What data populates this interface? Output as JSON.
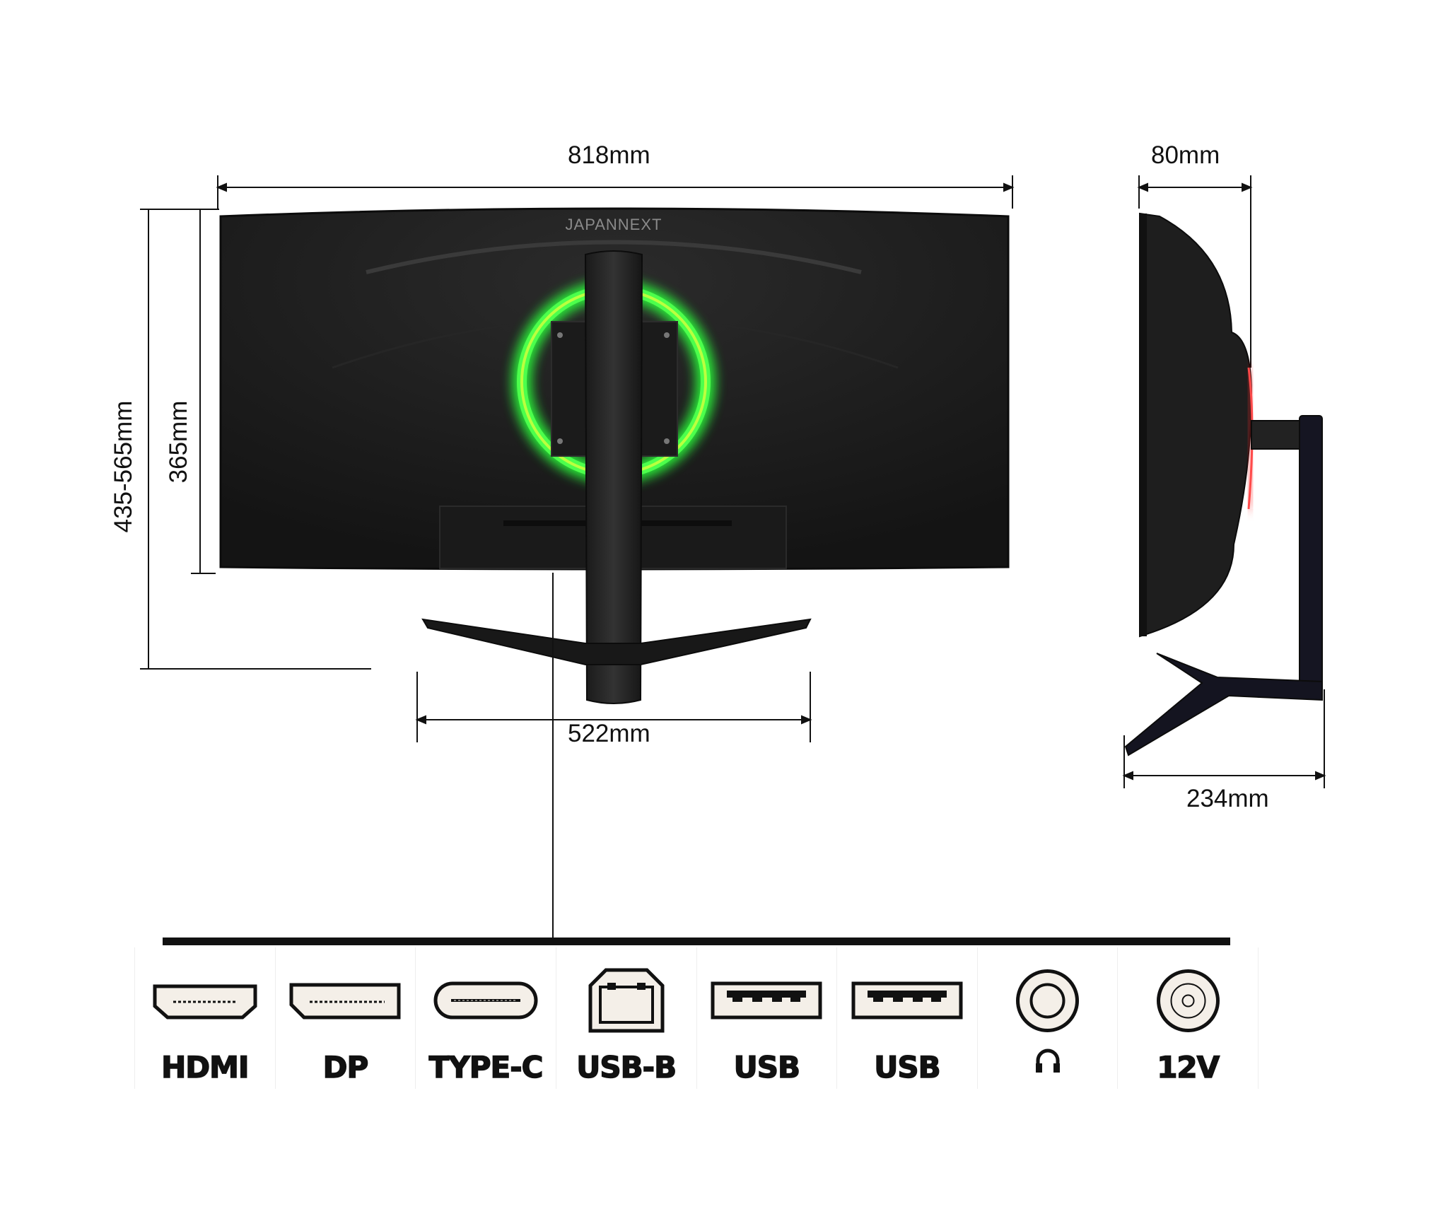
{
  "brand": "JAPANNEXT",
  "dimensions": {
    "width": "818mm",
    "height_range": "435-565mm",
    "screen_height": "365mm",
    "stand_width": "522mm",
    "depth": "80mm",
    "stand_depth": "234mm"
  },
  "ports": [
    {
      "icon": "hdmi-port-icon",
      "label": "HDMI"
    },
    {
      "icon": "displayport-icon",
      "label": "DP"
    },
    {
      "icon": "usb-type-c-icon",
      "label": "TYPE-C"
    },
    {
      "icon": "usb-b-port-icon",
      "label": "USB-B"
    },
    {
      "icon": "usb-a-port-icon",
      "label": "USB"
    },
    {
      "icon": "usb-a-port-icon",
      "label": "USB"
    },
    {
      "icon": "audio-jack-icon",
      "label": ""
    },
    {
      "icon": "dc-power-jack-icon",
      "label": "12V"
    }
  ],
  "colors": {
    "monitor_body": "#1c1c1c",
    "ring_light": "#22dd33",
    "side_accent": "#ff2a2a",
    "port_fill": "#f4efe8"
  }
}
